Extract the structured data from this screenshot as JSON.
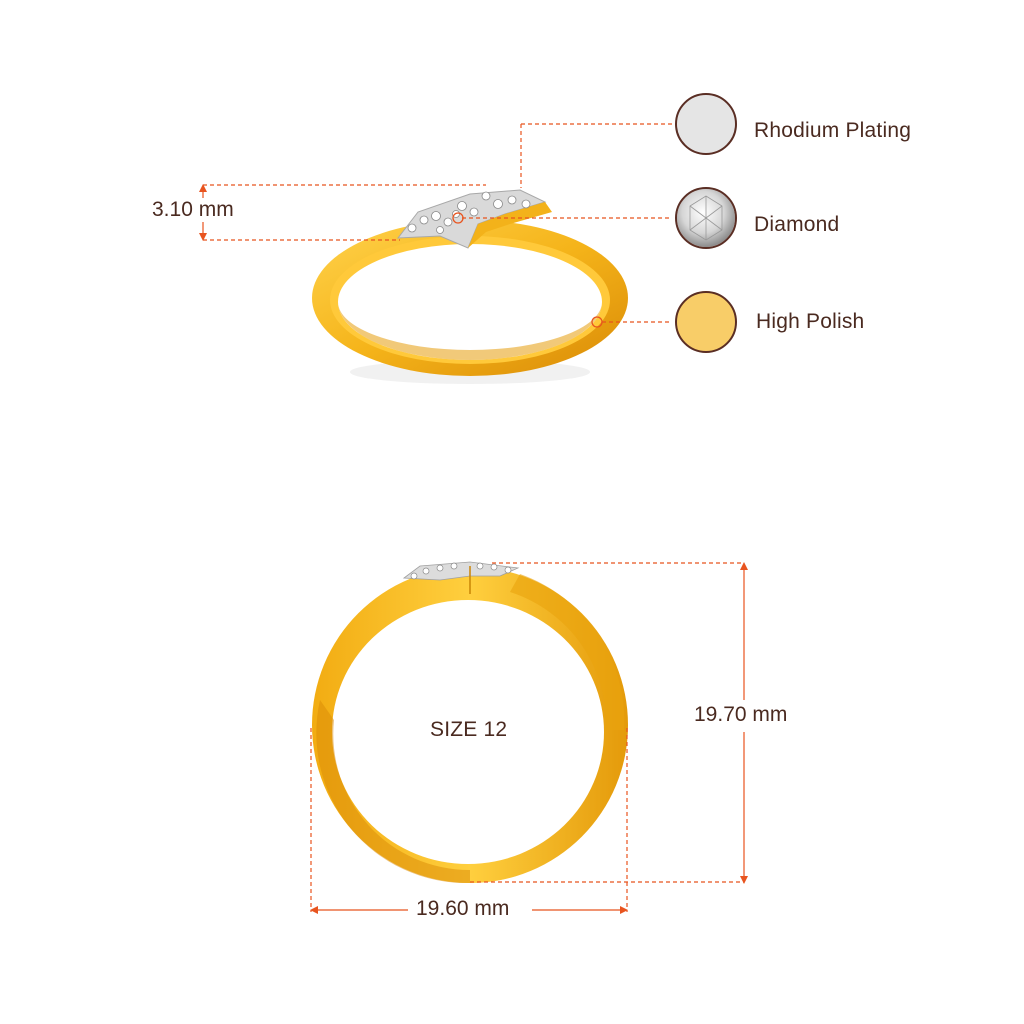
{
  "colors": {
    "gold": "#f6b81c",
    "gold_dark": "#d88f05",
    "gold_light": "#ffd86a",
    "dimension_line": "#e8541f",
    "text": "#4a2a20",
    "swatch_border": "#5a2e24"
  },
  "materials": [
    {
      "label": "Rhodium Plating",
      "icon": "rhodium-swatch-icon",
      "color": "#e5e5e5"
    },
    {
      "label": "Diamond",
      "icon": "diamond-swatch-icon",
      "color": "#d8d8d8"
    },
    {
      "label": "High Polish",
      "icon": "polish-swatch-icon",
      "color": "#f8cd68"
    }
  ],
  "dimensions": {
    "head_height": "3.10 mm",
    "ring_height": "19.70 mm",
    "ring_width": "19.60 mm",
    "ring_size": "SIZE 12"
  }
}
